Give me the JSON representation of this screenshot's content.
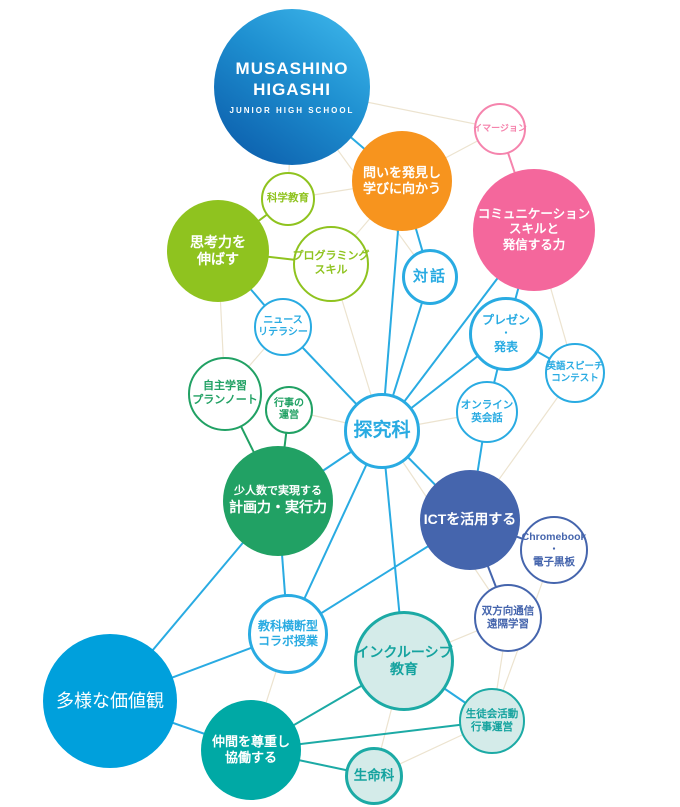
{
  "diagram": {
    "school": {
      "name_line1": "MUSASHINO",
      "name_line2": "HIGASHI",
      "name_line3": "JUNIOR HIGH SCHOOL"
    },
    "palette": {
      "blue": "#29abe2",
      "light_green": "#8fc31f",
      "emerald_green": "#21a164",
      "orange": "#f7941e",
      "magenta_pink": "#f4679c",
      "outline_pink": "#f584ad",
      "indigo": "#4565ad",
      "teal": "#1caaa5",
      "teal_fill": "#d4ebe9",
      "cyan": "#00a0dc",
      "school_gradient_top": "#41bbee",
      "school_gradient_bottom": "#0d61ae",
      "web_line": "#ece3cf"
    },
    "nodes": {
      "musashino": {
        "lines": [
          "MUSASHINO",
          "HIGASHI",
          "JUNIOR HIGH SCHOOL"
        ]
      },
      "imagen": {
        "lines": [
          "イマージョン"
        ]
      },
      "toi": {
        "lines": [
          "問いを発見し",
          "学びに向かう"
        ]
      },
      "comm": {
        "lines": [
          "コミュニケーション",
          "スキルと",
          "発信する力"
        ]
      },
      "kagaku": {
        "lines": [
          "科学教育"
        ]
      },
      "shikou": {
        "lines": [
          "思考力を",
          "伸ばす"
        ]
      },
      "prog": {
        "lines": [
          "プログラミング",
          "スキル"
        ]
      },
      "news": {
        "lines": [
          "ニュース",
          "リテラシー"
        ]
      },
      "taiwa": {
        "lines": [
          "対話"
        ]
      },
      "presen": {
        "lines": [
          "プレゼン",
          "・",
          "発表"
        ]
      },
      "speech": {
        "lines": [
          "英語スピーチ",
          "コンテスト"
        ]
      },
      "online": {
        "lines": [
          "オンライン",
          "英会話"
        ]
      },
      "jishu": {
        "lines": [
          "自主学習",
          "プランノート"
        ]
      },
      "gyoji": {
        "lines": [
          "行事の",
          "運営"
        ]
      },
      "tankyuka": {
        "lines": [
          "探究科"
        ]
      },
      "shoninzu": {
        "lines": [
          "少人数で実現する",
          "計画力・実行力"
        ]
      },
      "ict": {
        "lines": [
          "ICTを活用する"
        ]
      },
      "chromebook": {
        "lines": [
          "Chromebook",
          "・",
          "電子黒板"
        ]
      },
      "sohoko": {
        "lines": [
          "双方向通信",
          "遠隔学習"
        ]
      },
      "kyoka": {
        "lines": [
          "教科横断型",
          "コラボ授業"
        ]
      },
      "inclusive": {
        "lines": [
          "インクルーシブ",
          "教育"
        ]
      },
      "tayou": {
        "lines": [
          "多様な価値観"
        ]
      },
      "nakama": {
        "lines": [
          "仲間を尊重し",
          "協働する"
        ]
      },
      "seitokai": {
        "lines": [
          "生徒会活動",
          "行事運営"
        ]
      },
      "seimei": {
        "lines": [
          "生命科"
        ]
      }
    },
    "edges": [
      {
        "from": "musashino",
        "to": "imagen",
        "color": "cream"
      },
      {
        "from": "musashino",
        "to": "kagaku",
        "color": "cream"
      },
      {
        "from": "musashino",
        "to": "taiwa",
        "color": "cream"
      },
      {
        "from": "toi",
        "to": "imagen",
        "color": "cream"
      },
      {
        "from": "kagaku",
        "to": "toi",
        "color": "cream"
      },
      {
        "from": "prog",
        "to": "toi",
        "color": "cream"
      },
      {
        "from": "prog",
        "to": "tankyuka",
        "color": "cream"
      },
      {
        "from": "comm",
        "to": "speech",
        "color": "cream"
      },
      {
        "from": "jishu",
        "to": "shikou",
        "color": "cream"
      },
      {
        "from": "jishu",
        "to": "news",
        "color": "cream"
      },
      {
        "from": "gyoji",
        "to": "tankyuka",
        "color": "cream"
      },
      {
        "from": "tankyuka",
        "to": "online",
        "color": "cream"
      },
      {
        "from": "tankyuka",
        "to": "sohoko",
        "color": "cream"
      },
      {
        "from": "speech",
        "to": "ict",
        "color": "cream"
      },
      {
        "from": "chromebook",
        "to": "seitokai",
        "color": "cream"
      },
      {
        "from": "sohoko",
        "to": "seitokai",
        "color": "cream"
      },
      {
        "from": "sohoko",
        "to": "inclusive",
        "color": "cream"
      },
      {
        "from": "inclusive",
        "to": "seimei",
        "color": "cream"
      },
      {
        "from": "kyoka",
        "to": "nakama",
        "color": "cream"
      },
      {
        "from": "seimei",
        "to": "seitokai",
        "color": "cream"
      },
      {
        "from": "musashino",
        "to": "toi",
        "color": "blue"
      },
      {
        "from": "toi",
        "to": "taiwa",
        "color": "blue"
      },
      {
        "from": "toi",
        "to": "tankyuka",
        "color": "blue"
      },
      {
        "from": "taiwa",
        "to": "tankyuka",
        "color": "blue"
      },
      {
        "from": "comm",
        "to": "tankyuka",
        "color": "blue"
      },
      {
        "from": "comm",
        "to": "presen",
        "color": "blue"
      },
      {
        "from": "presen",
        "to": "speech",
        "color": "blue"
      },
      {
        "from": "presen",
        "to": "online",
        "color": "blue"
      },
      {
        "from": "presen",
        "to": "tankyuka",
        "color": "blue"
      },
      {
        "from": "news",
        "to": "tankyuka",
        "color": "blue"
      },
      {
        "from": "news",
        "to": "shikou",
        "color": "blue"
      },
      {
        "from": "online",
        "to": "ict",
        "color": "blue"
      },
      {
        "from": "tankyuka",
        "to": "ict",
        "color": "blue"
      },
      {
        "from": "tankyuka",
        "to": "kyoka",
        "color": "blue"
      },
      {
        "from": "tankyuka",
        "to": "inclusive",
        "color": "blue"
      },
      {
        "from": "shoninzu",
        "to": "tankyuka",
        "color": "blue"
      },
      {
        "from": "shoninzu",
        "to": "kyoka",
        "color": "blue"
      },
      {
        "from": "shoninzu",
        "to": "tayou",
        "color": "blue"
      },
      {
        "from": "kyoka",
        "to": "tayou",
        "color": "blue"
      },
      {
        "from": "ict",
        "to": "kyoka",
        "color": "blue"
      },
      {
        "from": "tayou",
        "to": "nakama",
        "color": "blue"
      },
      {
        "from": "inclusive",
        "to": "seitokai",
        "color": "blue"
      },
      {
        "from": "shikou",
        "to": "kagaku",
        "color": "lightgreen"
      },
      {
        "from": "shikou",
        "to": "prog",
        "color": "lightgreen"
      },
      {
        "from": "jishu",
        "to": "shoninzu",
        "color": "emerald"
      },
      {
        "from": "gyoji",
        "to": "shoninzu",
        "color": "emerald"
      },
      {
        "from": "imagen",
        "to": "comm",
        "color": "pink"
      },
      {
        "from": "ict",
        "to": "chromebook",
        "color": "indigo"
      },
      {
        "from": "ict",
        "to": "sohoko",
        "color": "indigo"
      },
      {
        "from": "nakama",
        "to": "inclusive",
        "color": "teal"
      },
      {
        "from": "nakama",
        "to": "seimei",
        "color": "teal"
      },
      {
        "from": "nakama",
        "to": "seitokai",
        "color": "teal"
      }
    ]
  }
}
